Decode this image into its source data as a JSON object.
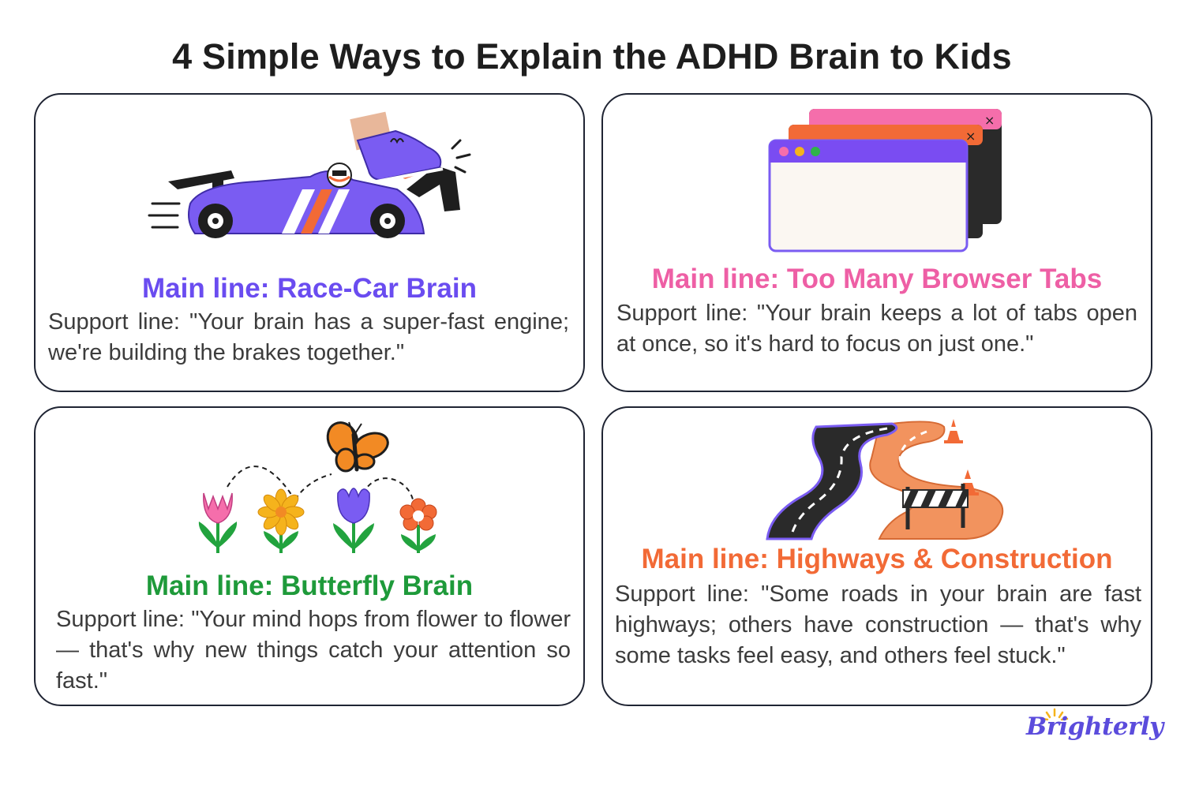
{
  "title": "4 Simple Ways to Explain the ADHD Brain to Kids",
  "cards": [
    {
      "main_line": "Main line: Race-Car Brain",
      "support_line": "Support line: \"Your brain has a super-fast engine; we're building the brakes together.\"",
      "color": "#6a4cf0",
      "icon": "race-car-icon"
    },
    {
      "main_line": "Main line: Too Many Browser Tabs",
      "support_line": "Support line: \"Your brain keeps a lot of tabs open at once, so it's hard to focus on just one.\"",
      "color": "#ee5fa5",
      "icon": "browser-tabs-icon"
    },
    {
      "main_line": "Main line: Butterfly Brain",
      "support_line": "Support line: \"Your mind hops from flower to flower — that's why new things catch your attention so fast.\"",
      "color": "#1e9a3a",
      "icon": "butterfly-flowers-icon"
    },
    {
      "main_line": "Main line: Highways & Construction",
      "support_line": "Support line: \"Some roads in your brain are fast highways; others have construction — that's why some tasks feel easy, and others feel stuck.\"",
      "color": "#f26a36",
      "icon": "highway-construction-icon"
    }
  ],
  "brand": {
    "name": "Brighterly",
    "color": "#5b4cdc",
    "accent": "#f5b31c"
  }
}
